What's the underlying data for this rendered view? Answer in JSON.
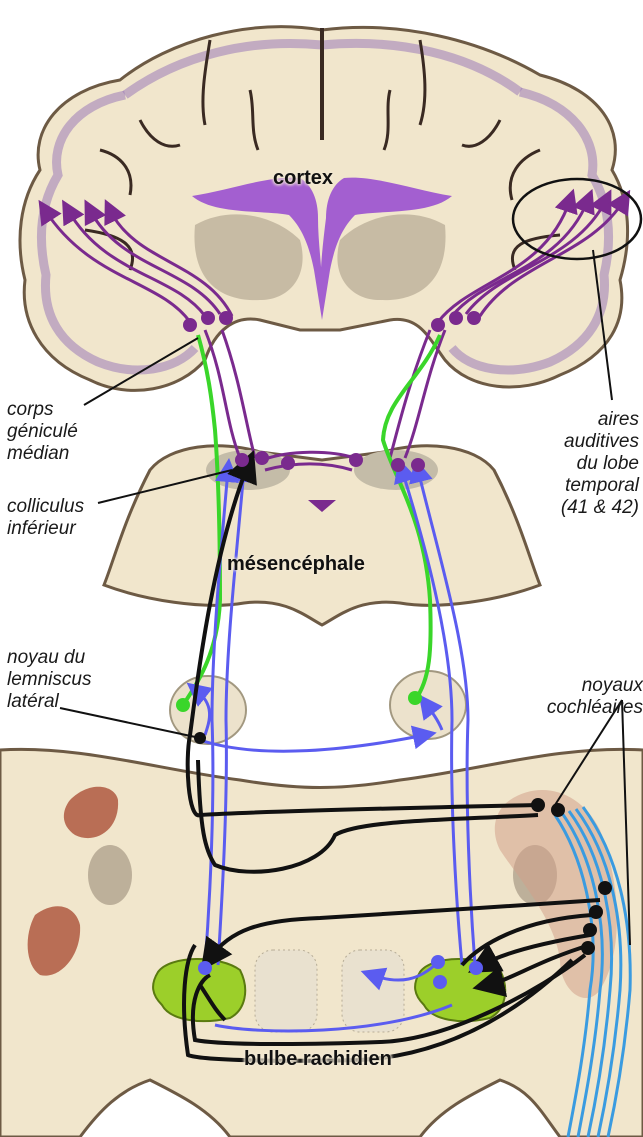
{
  "regions": {
    "cortex": "cortex",
    "mesencephale": "mésencéphale",
    "bulbe": "bulbe rachidien"
  },
  "labels": {
    "corps_geniculate": [
      "corps",
      "géniculé",
      "médian"
    ],
    "colliculus": [
      "colliculus",
      "inférieur"
    ],
    "noyau_lemniscus": [
      "noyau du",
      "lemniscus",
      "latéral"
    ],
    "aires_auditives": [
      "aires",
      "auditives",
      "du lobe",
      "temporal",
      "(41 & 42)"
    ],
    "noyaux_cochleaires": [
      "noyaux",
      "cochléaires"
    ]
  },
  "colors": {
    "tissue": "#f1e6cc",
    "tissue_edge": "#6d5a44",
    "cortex_purple": "#9a7ab8",
    "ventricle": "#a35fd0",
    "pathway_purple": "#7a2a8e",
    "pathway_green": "#3ad62a",
    "pathway_blue": "#5b5cf0",
    "pathway_black": "#111111",
    "nerve_blue": "#3a9be0",
    "nucleus_green": "#9ccf2a"
  }
}
